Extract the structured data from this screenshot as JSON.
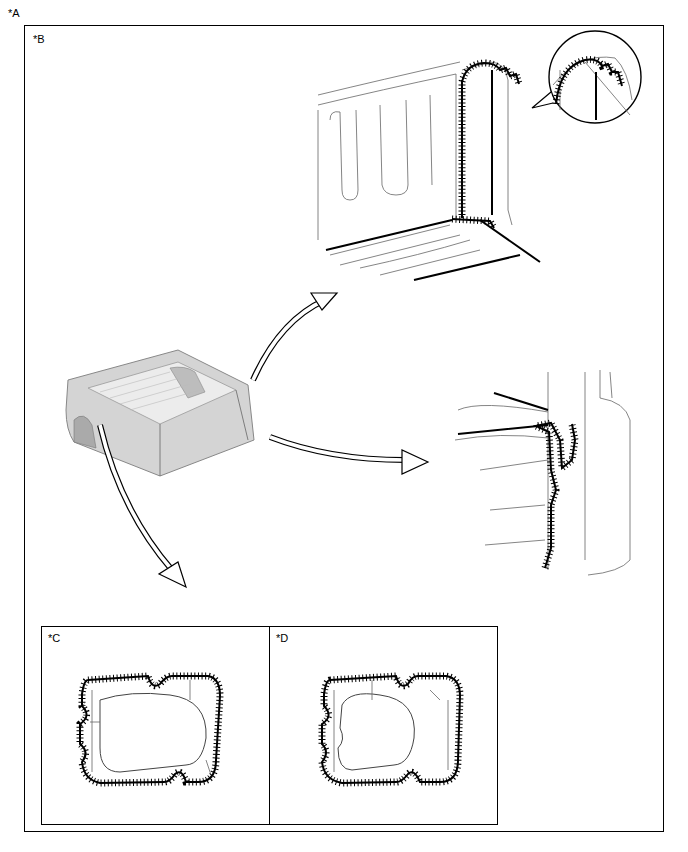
{
  "diagram": {
    "nodes": [
      {
        "text": [
          "*A"
        ]
      },
      {
        "text": [
          "*C"
        ],
        "in": 0
      },
      {
        "text": [
          "*D"
        ],
        "in": 0
      }
    ],
    "labels": [
      "*B"
    ]
  }
}
